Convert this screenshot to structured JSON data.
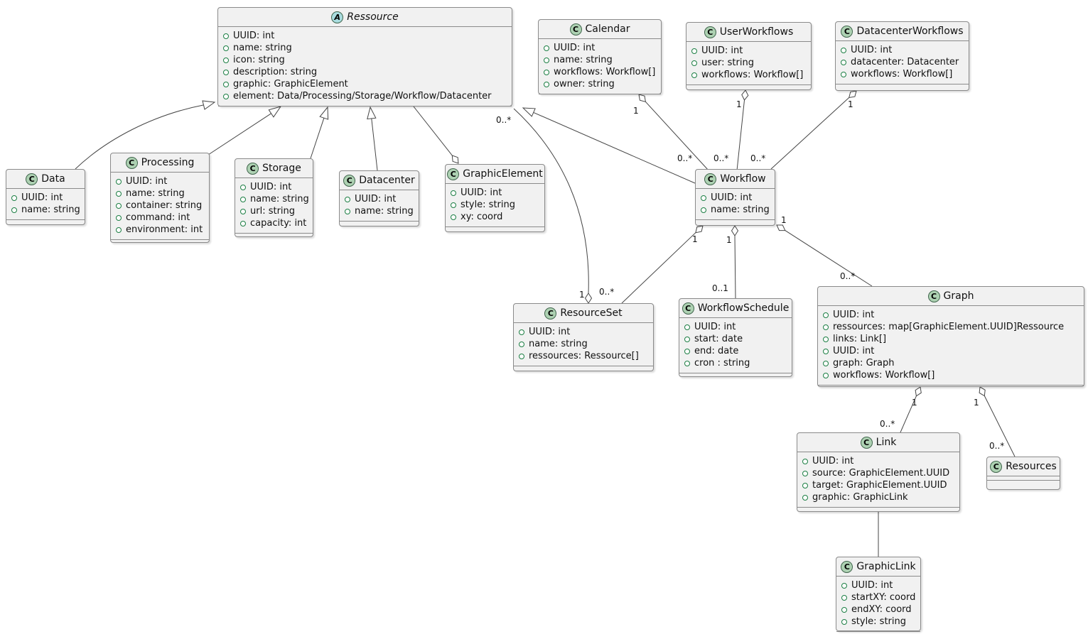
{
  "diagram_type": "uml-class-diagram",
  "colors": {
    "box_background": "#f1f1f1",
    "box_border": "#8a8a8a",
    "class_icon_background": "#ADD1B2",
    "abstract_icon_background": "#A9DCDF",
    "field_icon_color": "#1b7e43",
    "edge_color": "#454545"
  },
  "classes": [
    {
      "name": "Ressource",
      "stereotype": "A",
      "abstract": true,
      "attributes": [
        "UUID: int",
        "name: string",
        "icon: string",
        "description: string",
        "graphic: GraphicElement",
        "element: Data/Processing/Storage/Workflow/Datacenter"
      ]
    },
    {
      "name": "Calendar",
      "stereotype": "C",
      "abstract": false,
      "attributes": [
        "UUID: int",
        "name: string",
        "workflows: Workflow[]",
        "owner: string"
      ]
    },
    {
      "name": "UserWorkflows",
      "stereotype": "C",
      "abstract": false,
      "attributes": [
        "UUID: int",
        "user: string",
        "workflows: Workflow[]"
      ]
    },
    {
      "name": "DatacenterWorkflows",
      "stereotype": "C",
      "abstract": false,
      "attributes": [
        "UUID: int",
        "datacenter: Datacenter",
        "workflows: Workflow[]"
      ]
    },
    {
      "name": "Data",
      "stereotype": "C",
      "abstract": false,
      "attributes": [
        "UUID: int",
        "name: string"
      ]
    },
    {
      "name": "Processing",
      "stereotype": "C",
      "abstract": false,
      "attributes": [
        "UUID: int",
        "name: string",
        "container: string",
        "command: int",
        "environment: int"
      ]
    },
    {
      "name": "Storage",
      "stereotype": "C",
      "abstract": false,
      "attributes": [
        "UUID: int",
        "name: string",
        "url: string",
        "capacity: int"
      ]
    },
    {
      "name": "Datacenter",
      "stereotype": "C",
      "abstract": false,
      "attributes": [
        "UUID: int",
        "name: string"
      ]
    },
    {
      "name": "GraphicElement",
      "stereotype": "C",
      "abstract": false,
      "attributes": [
        "UUID: int",
        "style: string",
        "xy: coord"
      ]
    },
    {
      "name": "Workflow",
      "stereotype": "C",
      "abstract": false,
      "attributes": [
        "UUID: int",
        "name: string"
      ]
    },
    {
      "name": "ResourceSet",
      "stereotype": "C",
      "abstract": false,
      "attributes": [
        "UUID: int",
        "name: string",
        "ressources: Ressource[]"
      ]
    },
    {
      "name": "WorkflowSchedule",
      "stereotype": "C",
      "abstract": false,
      "attributes": [
        "UUID: int",
        "start: date",
        "end: date",
        "cron : string"
      ]
    },
    {
      "name": "Graph",
      "stereotype": "C",
      "abstract": false,
      "attributes": [
        "UUID: int",
        "ressources: map[GraphicElement.UUID]Ressource",
        "links: Link[]",
        "UUID: int",
        "graph: Graph",
        "workflows: Workflow[]"
      ]
    },
    {
      "name": "Link",
      "stereotype": "C",
      "abstract": false,
      "attributes": [
        "UUID: int",
        "source: GraphicElement.UUID",
        "target: GraphicElement.UUID",
        "graphic: GraphicLink"
      ]
    },
    {
      "name": "Resources",
      "stereotype": "C",
      "abstract": false,
      "attributes": []
    },
    {
      "name": "GraphicLink",
      "stereotype": "C",
      "abstract": false,
      "attributes": [
        "UUID: int",
        "startXY: coord",
        "endXY: coord",
        "style: string"
      ]
    }
  ],
  "relationships": [
    {
      "from": "Data",
      "to": "Ressource",
      "kind": "extends"
    },
    {
      "from": "Processing",
      "to": "Ressource",
      "kind": "extends"
    },
    {
      "from": "Storage",
      "to": "Ressource",
      "kind": "extends"
    },
    {
      "from": "Datacenter",
      "to": "Ressource",
      "kind": "extends"
    },
    {
      "from": "Ressource",
      "to": "GraphicElement",
      "kind": "aggregation",
      "diamond_at": "GraphicElement"
    },
    {
      "from": "Workflow",
      "to": "Ressource",
      "kind": "extends"
    },
    {
      "from": "ResourceSet",
      "to": "Ressource",
      "kind": "aggregation",
      "diamond_at": "ResourceSet",
      "source_label": "1",
      "target_label": "0..*"
    },
    {
      "from": "Calendar",
      "to": "Workflow",
      "kind": "aggregation",
      "diamond_at": "Calendar",
      "source_label": "1",
      "target_label": "0..*"
    },
    {
      "from": "UserWorkflows",
      "to": "Workflow",
      "kind": "aggregation",
      "diamond_at": "UserWorkflows",
      "source_label": "1",
      "target_label": "0..*"
    },
    {
      "from": "DatacenterWorkflows",
      "to": "Workflow",
      "kind": "aggregation",
      "diamond_at": "DatacenterWorkflows",
      "source_label": "1",
      "target_label": "0..*"
    },
    {
      "from": "Workflow",
      "to": "ResourceSet",
      "kind": "aggregation",
      "diamond_at": "Workflow",
      "source_label": "1",
      "target_label": "0..*"
    },
    {
      "from": "Workflow",
      "to": "WorkflowSchedule",
      "kind": "aggregation",
      "diamond_at": "Workflow",
      "source_label": "1",
      "target_label": "0..1"
    },
    {
      "from": "Workflow",
      "to": "Graph",
      "kind": "aggregation",
      "diamond_at": "Workflow",
      "source_label": "1",
      "target_label": "0..*"
    },
    {
      "from": "Graph",
      "to": "Link",
      "kind": "aggregation",
      "diamond_at": "Graph",
      "source_label": "1",
      "target_label": "0..*"
    },
    {
      "from": "Graph",
      "to": "Resources",
      "kind": "aggregation",
      "diamond_at": "Graph",
      "source_label": "1",
      "target_label": "0..*"
    },
    {
      "from": "Link",
      "to": "GraphicLink",
      "kind": "association"
    }
  ]
}
